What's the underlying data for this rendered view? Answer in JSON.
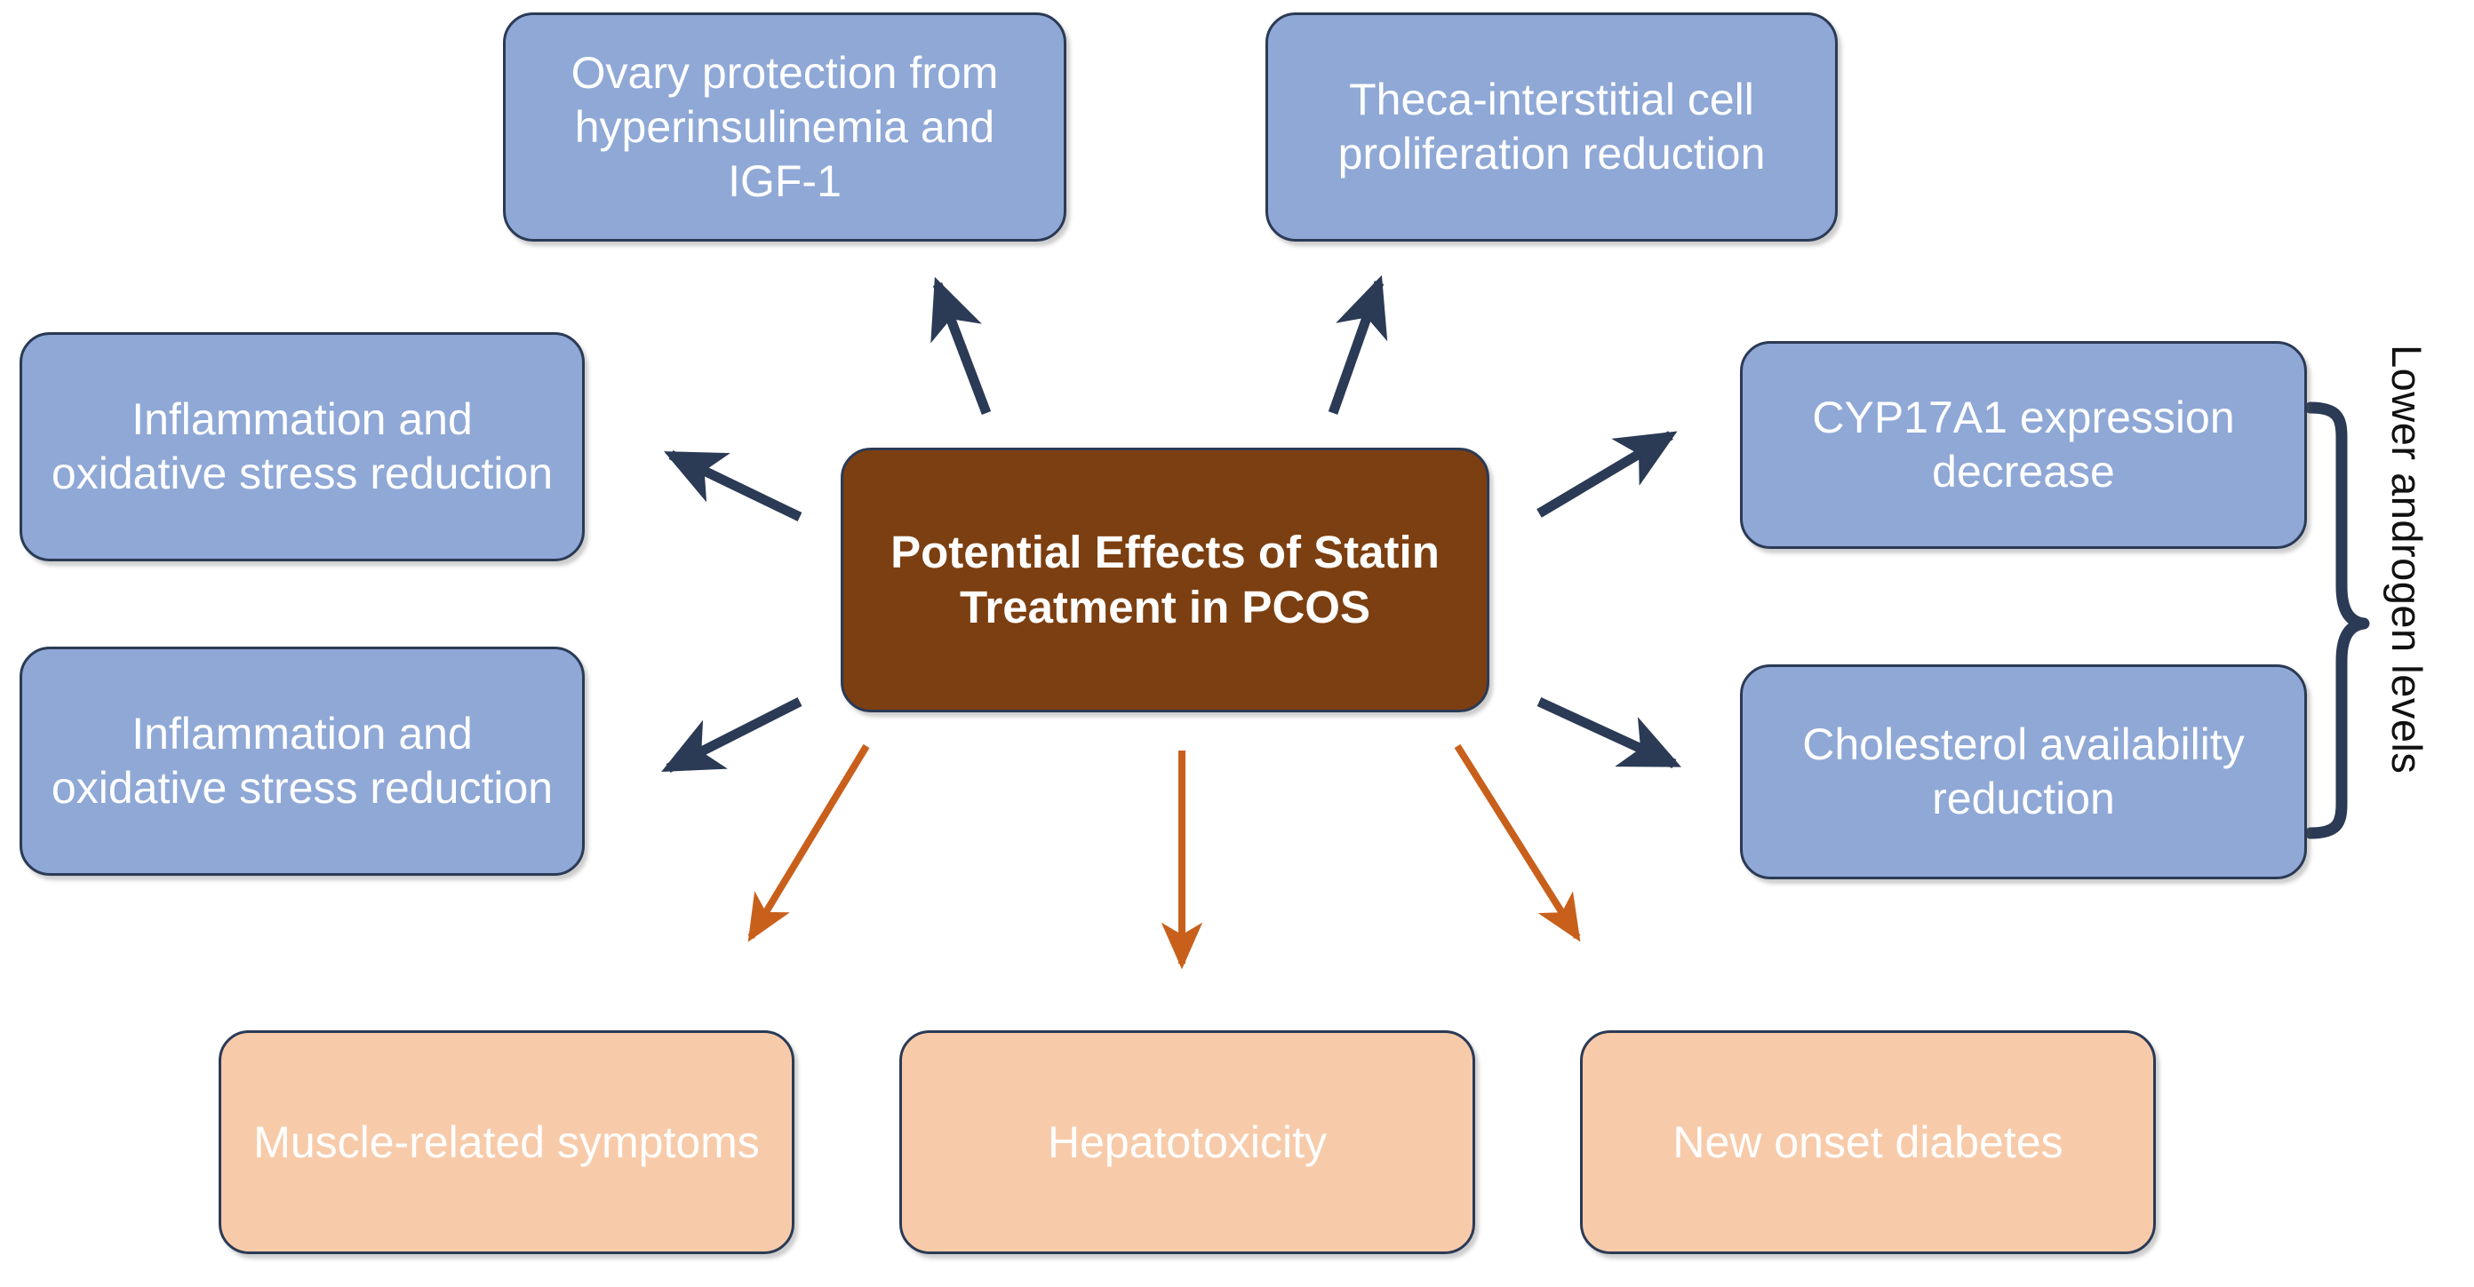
{
  "diagram": {
    "title": "Potential Effects of Statin Treatment in PCOS",
    "center": {
      "label": "Potential Effects of Statin Treatment in PCOS"
    },
    "nodes": [
      {
        "id": "ovary-protection",
        "label": "Ovary protection from hyperinsulinemia and IGF-1",
        "color": "#8FA8D6",
        "group": "beneficial"
      },
      {
        "id": "theca-reduction",
        "label": "Theca-interstitial cell proliferation reduction",
        "color": "#8FA8D6",
        "group": "beneficial"
      },
      {
        "id": "inflammation-upper",
        "label": "Inflammation and oxidative stress reduction",
        "color": "#8FA8D6",
        "group": "beneficial"
      },
      {
        "id": "inflammation-lower",
        "label": "Inflammation and oxidative stress reduction",
        "color": "#8FA8D6",
        "group": "beneficial"
      },
      {
        "id": "cyp17a1-decrease",
        "label": "CYP17A1 expression decrease",
        "color": "#8FA8D6",
        "group": "androgen"
      },
      {
        "id": "cholesterol-reduction",
        "label": "Cholesterol availability reduction",
        "color": "#8FA8D6",
        "group": "androgen"
      },
      {
        "id": "muscle-symptoms",
        "label": "Muscle-related symptoms",
        "color": "#F7CBAA",
        "group": "adverse"
      },
      {
        "id": "hepatotoxicity",
        "label": "Hepatotoxicity",
        "color": "#F7CBAA",
        "group": "adverse"
      },
      {
        "id": "new-onset-diabetes",
        "label": "New onset diabetes",
        "color": "#F7CBAA",
        "group": "adverse"
      }
    ],
    "bracket": {
      "label": "Lower androgen levels",
      "groups": [
        "cyp17a1-decrease",
        "cholesterol-reduction"
      ]
    },
    "colors": {
      "beneficial_fill": "#8FA8D6",
      "adverse_fill": "#F7CBAA",
      "center_fill": "#7C3F11",
      "border": "#2B3A55",
      "arrow_benefit": "#2B3A55",
      "arrow_adverse": "#C8601C",
      "text_on_box": "#FFFFFF",
      "bracket_text": "#111111",
      "background": "#FFFFFF"
    }
  }
}
